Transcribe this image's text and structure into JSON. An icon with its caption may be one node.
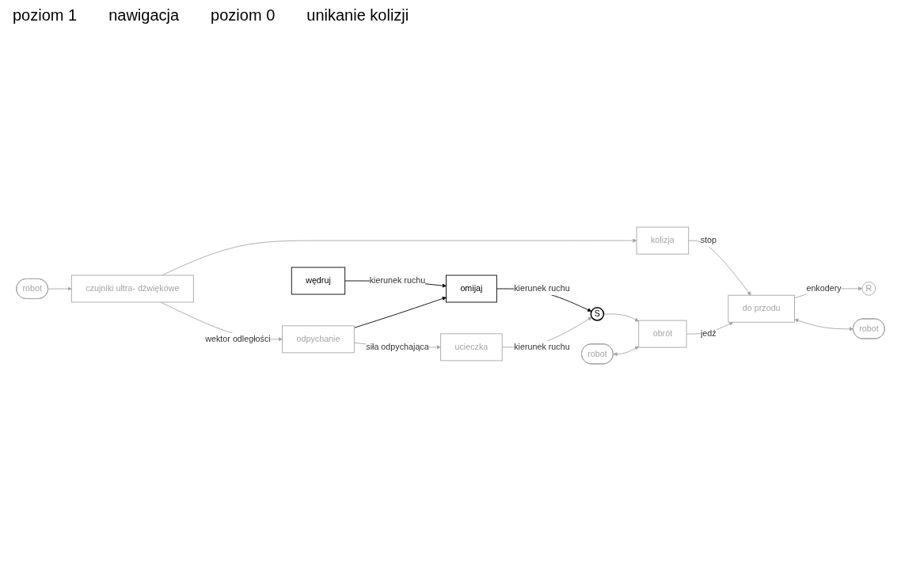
{
  "diagram": {
    "nodes": [
      {
        "text": [
          "wędruj"
        ]
      },
      {
        "text": [
          "omijaj"
        ]
      },
      {
        "text": [
          "robot"
        ]
      },
      {
        "text": [
          "odpychanie"
        ]
      },
      {
        "text": [
          "ucieczka"
        ]
      },
      {
        "text": [
          "S"
        ]
      },
      {
        "text": [
          "obrót"
        ]
      },
      {
        "text": [
          "czujniki ultra- dźwiękowe"
        ]
      },
      {
        "text": [
          "R"
        ]
      },
      {
        "text": [
          "kolizja"
        ]
      },
      {
        "text": [
          "do przodu"
        ]
      },
      {
        "text": [
          "robot"
        ]
      },
      {
        "text": [
          "robot"
        ]
      }
    ],
    "edges": [
      {
        "from": 0,
        "to": 1,
        "arrow": "to",
        "label": "kierunek ruchu",
        "color": "#000000"
      },
      {
        "from": 1,
        "to": 5,
        "arrow": "to",
        "label": "kierunek ruchu",
        "color": "#000000"
      },
      {
        "from": 3,
        "to": 4,
        "arrow": "to",
        "label": "siła odpychająca"
      },
      {
        "from": 3,
        "to": 1,
        "arrow": "to",
        "color": "#000000"
      },
      {
        "from": 4,
        "to": 5,
        "arrow": "to",
        "label": "kierunek ruchu"
      },
      {
        "from": 5,
        "to": 6,
        "arrow": "to"
      },
      {
        "from": 2,
        "to": 6,
        "arrow": "both"
      },
      {
        "from": 7,
        "to": 3,
        "arrow": "to",
        "label": "wektor odległości"
      },
      {
        "from": 7,
        "to": 9,
        "arrow": "to"
      },
      {
        "from": 11,
        "to": 7,
        "arrow": "to"
      },
      {
        "from": 9,
        "to": 10,
        "arrow": "to",
        "label": "stop"
      },
      {
        "from": 10,
        "to": 8,
        "arrow": "to",
        "label": "enkodery"
      },
      {
        "from": 6,
        "to": 10,
        "arrow": "to",
        "label": "jedź"
      },
      {
        "from": 10,
        "to": 12,
        "arrow": "both"
      }
    ],
    "labels": [
      "poziom 1",
      "nawigacja",
      "poziom 0",
      "unikanie kolizji"
    ]
  }
}
